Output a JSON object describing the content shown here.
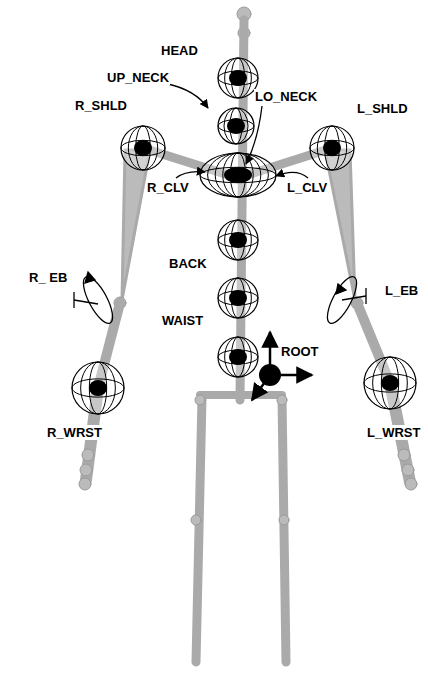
{
  "diagram": {
    "labels": [
      "HEAD",
      "UP_NECK",
      "LO_NECK",
      "R_SHLD",
      "L_SHLD",
      "R_CLV",
      "L_CLV",
      "BACK",
      "R_ EB",
      "L_EB",
      "WAIST",
      "ROOT",
      "R_WRST",
      "L_WRST"
    ]
  }
}
